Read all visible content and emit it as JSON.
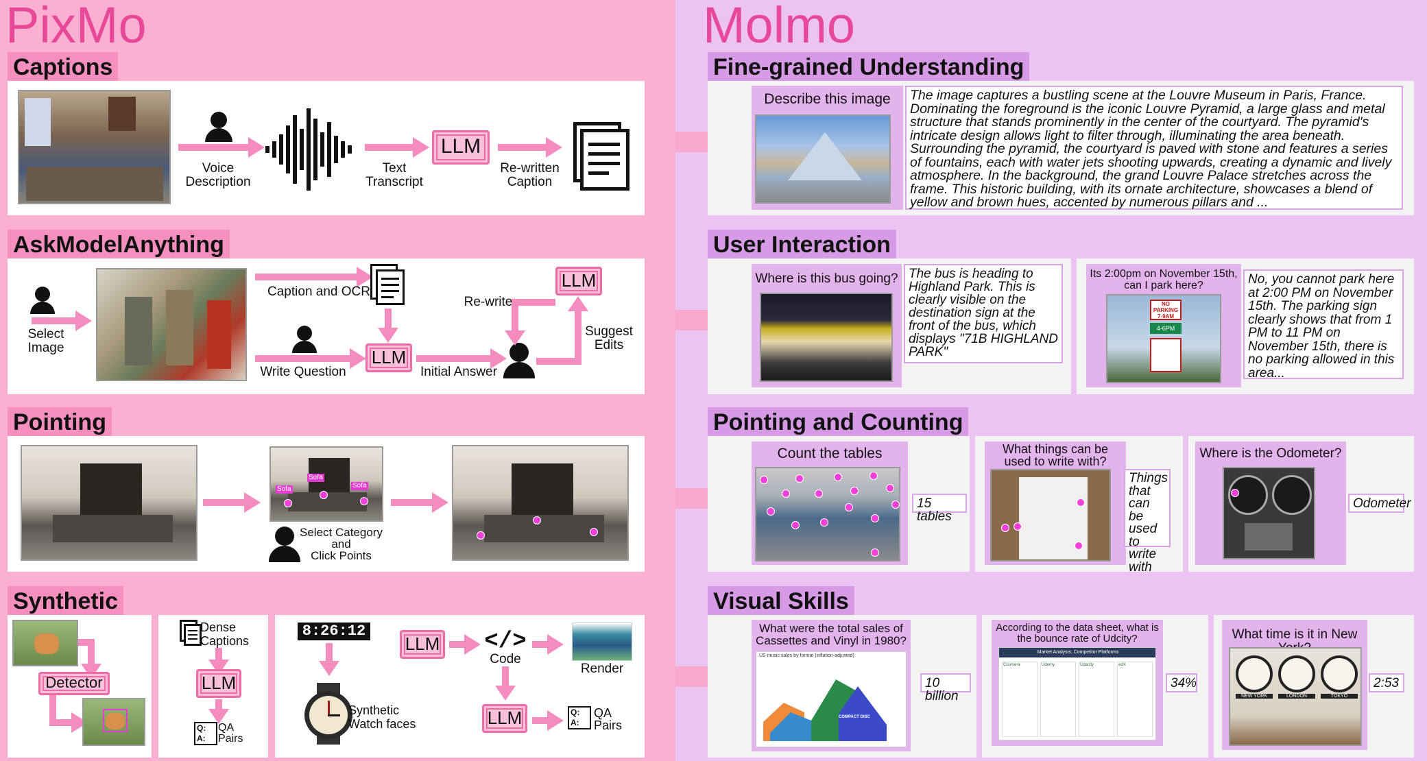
{
  "left_title": "PixMo",
  "right_title": "Molmo",
  "pixmo": {
    "captions": {
      "label": "Captions",
      "voice": "Voice\nDescription",
      "text": "Text\nTranscript",
      "llm": "LLM",
      "rewritten": "Re-written\nCaption"
    },
    "ama": {
      "label": "AskModelAnything",
      "select_image": "Select\nImage",
      "caption_ocr": "Caption and OCR",
      "write_question": "Write Question",
      "llm": "LLM",
      "initial_answer": "Initial Answer",
      "rewrite": "Re-write",
      "suggest_edits": "Suggest\nEdits"
    },
    "pointing": {
      "label": "Pointing",
      "select_category": "Select Category\nand\nClick Points",
      "sofa": "Sofa"
    },
    "synthetic": {
      "label": "Synthetic",
      "detector": "Detector",
      "dense_captions": "Dense\nCaptions",
      "llm": "LLM",
      "qa_pairs": "QA\nPairs",
      "clock": "8:26:12",
      "watch_faces": "Synthetic\nWatch faces",
      "code": "Code",
      "render": "Render",
      "qa": "Q:",
      "qa2": "A:"
    }
  },
  "molmo": {
    "fine_grained": {
      "label": "Fine-grained Understanding",
      "question": "Describe this image",
      "answer": "The image captures a bustling scene at the Louvre Museum in Paris, France. Dominating the foreground is the iconic Louvre Pyramid, a large glass and metal structure that stands prominently in the center of the courtyard. The pyramid's intricate design allows light to filter through, illuminating the area beneath. Surrounding the pyramid, the courtyard is paved with stone and features a series of fountains, each with water jets shooting upwards, creating a dynamic and lively atmosphere. In the background, the grand Louvre Palace stretches across the frame. This historic building, with its ornate architecture, showcases a blend of yellow and brown hues, accented by numerous pillars and ..."
    },
    "user_interaction": {
      "label": "User Interaction",
      "q1": "Where is this bus going?",
      "a1": "The bus is heading to Highland Park. This is clearly visible on the destination sign at the front of the bus, which displays \"71B HIGHLAND PARK\"",
      "q2": "Its 2:00pm on November 15th, can I park here?",
      "a2": "No, you cannot park here at 2:00 PM on November 15th. The parking sign clearly shows that from 1 PM to 11 PM on November 15th, there is no parking allowed in this area...",
      "sign1": "NO PARKING",
      "sign2": "7-9AM",
      "sign3": "4-6PM"
    },
    "pointing_counting": {
      "label": "Pointing and Counting",
      "q1": "Count the tables",
      "a1": "15 tables",
      "q2": "What things can be used to write with?",
      "a2": "Things that can be used to write with",
      "q3": "Where is the Odometer?",
      "a3": "Odometer"
    },
    "visual_skills": {
      "label": "Visual Skills",
      "q1": "What were the total sales of Cassettes and Vinyl in 1980?",
      "a1": "10 billion",
      "chart_caption": "US music sales by format (inflation-adjusted)",
      "chart_label": "COMPACT DISC",
      "q2": "According to the data sheet, what is the bounce rate of Udcity?",
      "a2": "34%",
      "sheet_title": "Market Analysis: Competitor Platforms",
      "sheet_cols": [
        "Coursera",
        "Udemy",
        "Udacity",
        "edX"
      ],
      "q3": "What time is it in New York?",
      "a3": "2:53",
      "clock_labels": [
        "NEW YORK",
        "LONDON",
        "TOKYO"
      ]
    }
  }
}
